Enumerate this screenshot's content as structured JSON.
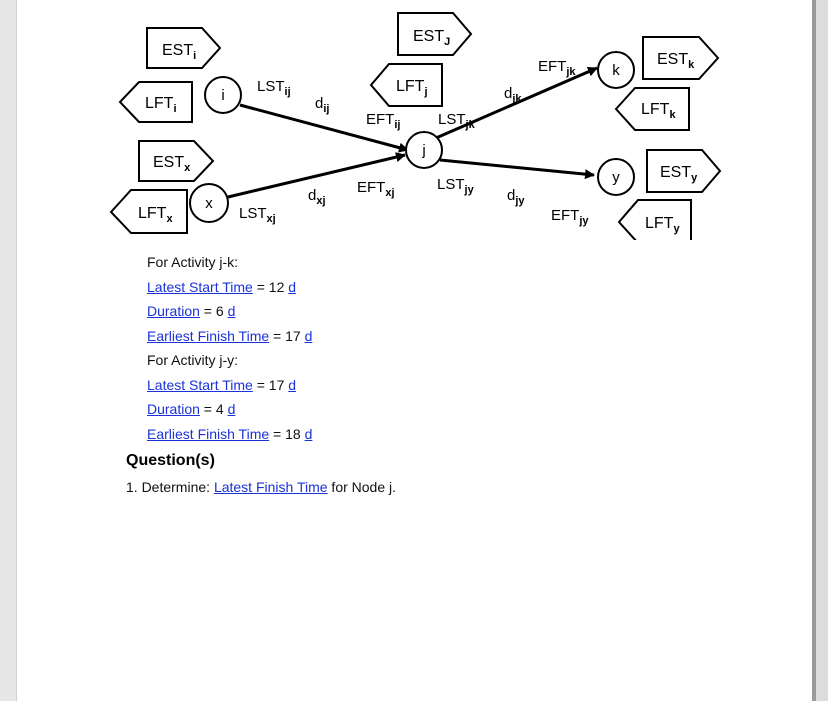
{
  "diagram": {
    "nodes": {
      "i": "i",
      "j": "j",
      "k": "k",
      "x": "x",
      "y": "y"
    },
    "boxes": {
      "est_i": {
        "base": "EST",
        "sub": "i"
      },
      "lft_i": {
        "base": "LFT",
        "sub": "i"
      },
      "est_j": {
        "base": "EST",
        "sub": "J"
      },
      "lft_j": {
        "base": "LFT",
        "sub": "j"
      },
      "est_k": {
        "base": "EST",
        "sub": "k"
      },
      "lft_k": {
        "base": "LFT",
        "sub": "k"
      },
      "est_x": {
        "base": "EST",
        "sub": "x"
      },
      "lft_x": {
        "base": "LFT",
        "sub": "x"
      },
      "est_y": {
        "base": "EST",
        "sub": "y"
      },
      "lft_y": {
        "base": "LFT",
        "sub": "y"
      }
    },
    "edge_labels": {
      "lst_ij": {
        "base": "LST",
        "sub": "ij"
      },
      "d_ij": {
        "base": "d",
        "sub": "ij"
      },
      "eft_ij": {
        "base": "EFT",
        "sub": "ij"
      },
      "lst_xj": {
        "base": "LST",
        "sub": "xj"
      },
      "d_xj": {
        "base": "d",
        "sub": "xj"
      },
      "eft_xj": {
        "base": "EFT",
        "sub": "xj"
      },
      "lst_jk": {
        "base": "LST",
        "sub": "jk"
      },
      "d_jk": {
        "base": "d",
        "sub": "jk"
      },
      "eft_jk": {
        "base": "EFT",
        "sub": "jk"
      },
      "lst_jy": {
        "base": "LST",
        "sub": "jy"
      },
      "d_jy": {
        "base": "d",
        "sub": "jy"
      },
      "eft_jy": {
        "base": "EFT",
        "sub": "jy"
      }
    }
  },
  "info": {
    "jk_heading": "For Activity j-k:",
    "jk_lst": {
      "label": "Latest Start Time",
      "eq": " = 12 ",
      "unit": "d"
    },
    "jk_dur": {
      "label": "Duration",
      "eq": " = 6 ",
      "unit": "d"
    },
    "jk_eft": {
      "label": "Earliest Finish Time",
      "eq": " = 17 ",
      "unit": "d"
    },
    "jy_heading": "For Activity j-y:",
    "jy_lst": {
      "label": "Latest Start Time",
      "eq": " = 17 ",
      "unit": "d"
    },
    "jy_dur": {
      "label": "Duration",
      "eq": " = 4 ",
      "unit": "d"
    },
    "jy_eft": {
      "label": "Earliest Finish Time",
      "eq": " = 18 ",
      "unit": "d"
    }
  },
  "questions": {
    "heading": "Question(s)",
    "q1_prefix": "1. Determine: ",
    "q1_link": "Latest Finish Time",
    "q1_suffix": " for Node j."
  },
  "colors": {
    "link": "#1a32d8",
    "text": "#111111",
    "page": "#ffffff"
  }
}
